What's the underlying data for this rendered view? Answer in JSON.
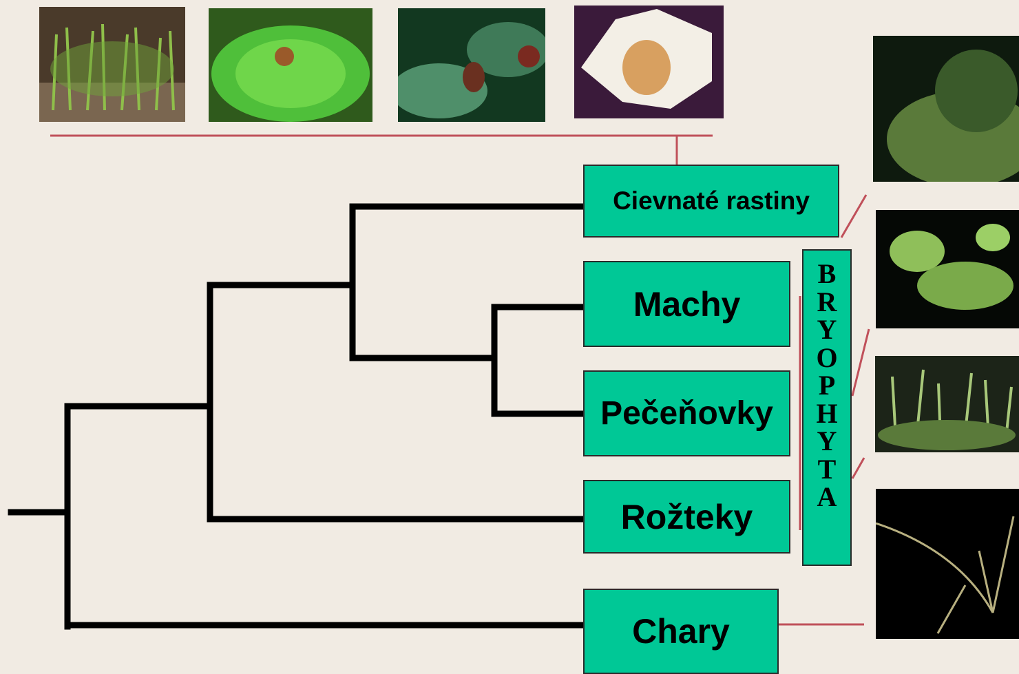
{
  "colors": {
    "background": "#f1ebe3",
    "box_fill": "#00c896",
    "branch_line": "#000000",
    "connector_line": "#c0505a"
  },
  "taxa": {
    "vascular": "Cievnaté rastiny",
    "mosses": "Machy",
    "liverworts": "Pečeňovky",
    "hornworts": "Rožteky",
    "charophytes": "Chary"
  },
  "group": {
    "label_letters": [
      "B",
      "R",
      "Y",
      "O",
      "P",
      "H",
      "Y",
      "T",
      "A"
    ]
  },
  "photos": {
    "top": [
      "clubmoss-photo",
      "fern-photo",
      "conifer-photo",
      "flower-photo"
    ],
    "right": [
      "moss-photo",
      "liverwort-photo",
      "hornwort-photo",
      "chara-photo"
    ]
  }
}
